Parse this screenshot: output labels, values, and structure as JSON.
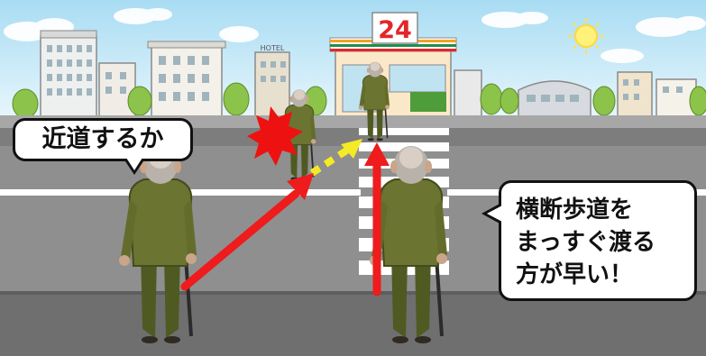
{
  "store": {
    "sign_number": "24"
  },
  "hotel": {
    "sign": "HOTEL"
  },
  "bubbles": {
    "shortcut": "近道するか",
    "crosswalk_lines": [
      "横断歩道を",
      "まっすぐ渡る",
      "方が早い！"
    ]
  },
  "colors": {
    "sky": "#bfe6f6",
    "road": "#8f8f8f",
    "road_dark": "#6f6f6f",
    "lane_marking": "#ffffff",
    "arrow": "#ee1c1c",
    "dotted_arrow": "#f4ea26",
    "collision": "#ee1111",
    "store_orange": "#f5a31e",
    "store_green": "#1f8f4e",
    "store_red": "#e3262a"
  }
}
